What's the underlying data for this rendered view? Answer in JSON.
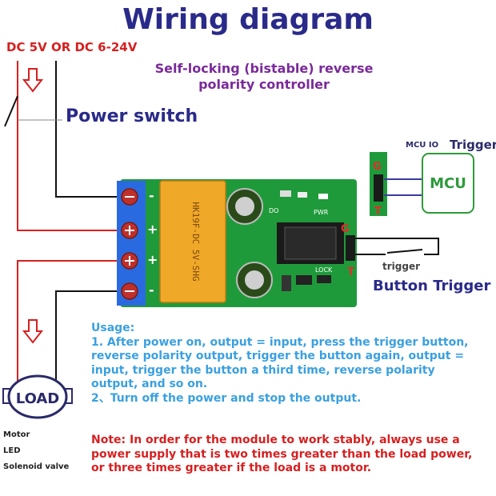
{
  "title": "Wiring diagram",
  "supply_label": "DC 5V OR DC 6-24V",
  "subtitle": "Self-locking (bistable) reverse polarity controller",
  "power_switch_label": "Power switch",
  "mcu": {
    "io_label": "MCU IO",
    "trigger_label": "Trigger",
    "box_label": "MCU"
  },
  "button": {
    "small_label": "trigger",
    "title": "Button Trigger"
  },
  "board": {
    "relay_text": "HK19F-DC 5V-SHG",
    "pin_g": "G",
    "pin_t": "T",
    "pcb_labels": [
      "DO",
      "PWR",
      "LOCK"
    ]
  },
  "terminals": [
    "-",
    "+",
    "+",
    "-"
  ],
  "load": {
    "label": "LOAD",
    "types": [
      "Motor",
      "LED",
      "Solenoid valve"
    ]
  },
  "usage": {
    "heading": "Usage:",
    "item1": "1. After power on, output = input, press the trigger button, reverse polarity output, trigger the button again, output = input, trigger the button a third time, reverse polarity output, and so on.",
    "item2": "2、Turn off the power and stop the output."
  },
  "note": "Note: In order for the module to work stably, always use a power supply that is two times greater than the load power, or three times greater if the load is a motor.",
  "colors": {
    "title": "#2a2a8a",
    "supply": "#d62020",
    "subtitle": "#7a2a9a",
    "usage": "#3aa0e0",
    "note": "#d62020",
    "pcb": "#1f9a3a",
    "relay": "#f0a828",
    "terminal": "#2a6ae0",
    "mcu_box": "#2e9a3a"
  }
}
